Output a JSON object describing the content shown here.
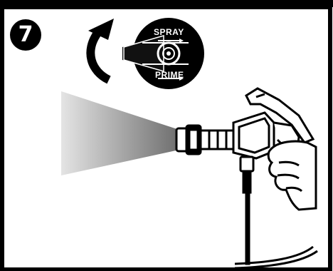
{
  "step": {
    "number": "7"
  },
  "knob": {
    "top_label": "SPRAY",
    "bottom_label": "PRIME"
  },
  "icons": {
    "rotate": "curved-arrow-counterclockwise-icon",
    "knob": "spray-prime-knob-icon",
    "gun": "spray-gun-illustration",
    "fan": "spray-fan-cone"
  }
}
